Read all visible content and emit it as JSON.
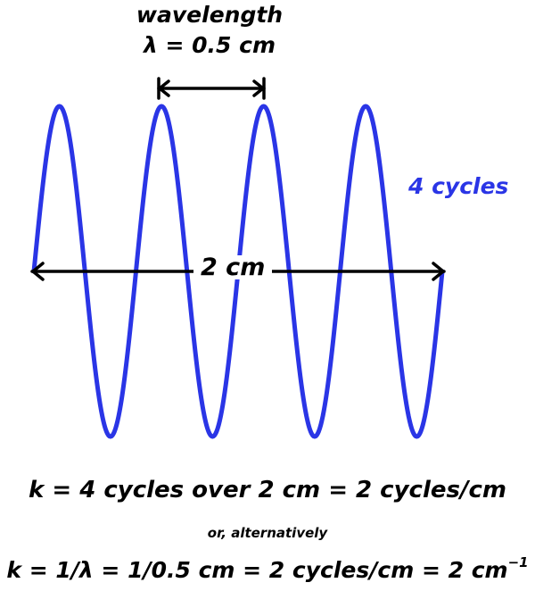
{
  "diagram": {
    "wavelength_word": "wavelength",
    "wavelength_value": "λ = 0.5 cm",
    "cycles_label": "4 cycles",
    "span_label": "2 cm",
    "equation_1": "k = 4 cycles over 2 cm = 2 cycles/cm",
    "alternative_label": "or, alternatively",
    "equation_2_main": "k = 1/λ = 1/0.5 cm = 2 cycles/cm = 2 cm",
    "equation_2_exponent": "−1"
  },
  "wave": {
    "cycles": 4,
    "length_cm": 2,
    "wavelength_cm": 0.5,
    "color": "#2a35e6"
  }
}
